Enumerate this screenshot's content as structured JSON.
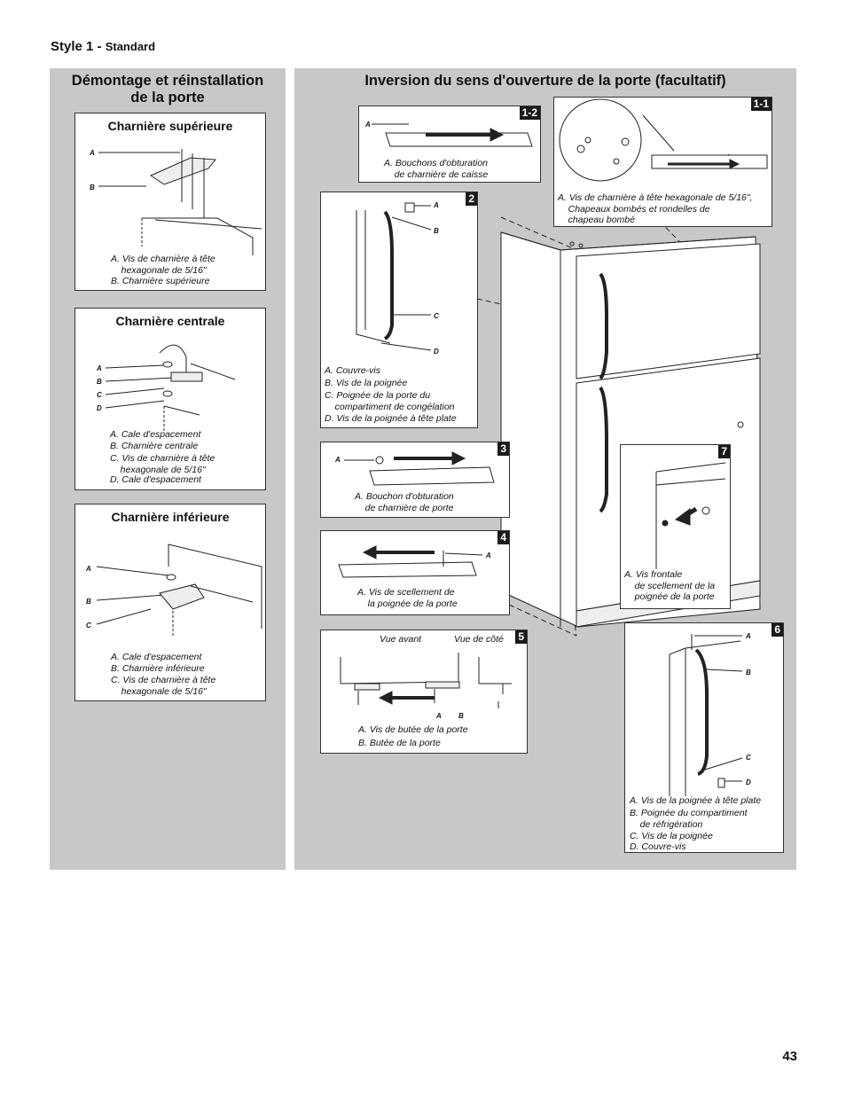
{
  "header": {
    "style_label": "Style 1 - ",
    "style_sub": "Standard"
  },
  "left_panel": {
    "title_line1": "Démontage et réinstallation",
    "title_line2": "de la porte",
    "top_hinge": {
      "title": "Charnière supérieure",
      "labels": [
        "A",
        "B"
      ],
      "captions": [
        "A. Vis de charnière à tête\n    hexagonale de 5/16\"",
        "B. Charnière supérieure"
      ]
    },
    "center_hinge": {
      "title": "Charnière centrale",
      "labels": [
        "A",
        "B",
        "C",
        "D"
      ],
      "captions": [
        "A. Cale d'espacement",
        "B. Charnière centrale",
        "C. Vis de charnière à tête\n    hexagonale de 5/16\"",
        "D. Cale d'espacement"
      ]
    },
    "bottom_hinge": {
      "title": "Charnière inférieure",
      "labels": [
        "A",
        "B",
        "C"
      ],
      "captions": [
        "A. Cale d'espacement",
        "B. Charnière inférieure",
        "C. Vis de charnière à tête\n    hexagonale de 5/16\""
      ]
    }
  },
  "right_panel": {
    "title": "Inversion du sens d'ouverture de la porte (facultatif)",
    "step_1_2": {
      "badge": "1-2",
      "label": "A",
      "caption": "A. Bouchons d'obturation\n    de charnière de caisse"
    },
    "step_1_1": {
      "badge": "1-1",
      "label": "A",
      "caption": "A. Vis de charnière à tête hexagonale de 5/16\",\n    Chapeaux bombés et rondelles de\n    chapeau bombé"
    },
    "step_2": {
      "badge": "2",
      "labels": [
        "A",
        "B",
        "C",
        "D"
      ],
      "captions": [
        "A. Couvre-vis",
        "B. Vis de la poignée",
        "C. Poignée de la porte du\n    compartiment de congélation",
        "D. Vis de la poignée à tête plate"
      ]
    },
    "step_3": {
      "badge": "3",
      "label": "A",
      "caption": "A. Bouchon d'obturation\n    de charnière de porte"
    },
    "step_4": {
      "badge": "4",
      "label": "A",
      "caption": "A. Vis de scellement de\n    la poignée de la porte"
    },
    "step_5": {
      "badge": "5",
      "view_front": "Vue avant",
      "view_side": "Vue de côté",
      "labels": [
        "A",
        "B"
      ],
      "captions": [
        "A. Vis de butée de la porte",
        "B. Butée de la porte"
      ]
    },
    "step_6": {
      "badge": "6",
      "labels": [
        "A",
        "B",
        "C",
        "D"
      ],
      "captions": [
        "A. Vis de la poignée à tête plate",
        "B. Poignée du compartiment\n    de réfrigération",
        "C. Vis de la poignée",
        "D. Couvre-vis"
      ]
    },
    "step_7": {
      "badge": "7",
      "caption": "A. Vis frontale\n    de scellement de la\n    poignée de la porte"
    }
  },
  "page_number": "43"
}
